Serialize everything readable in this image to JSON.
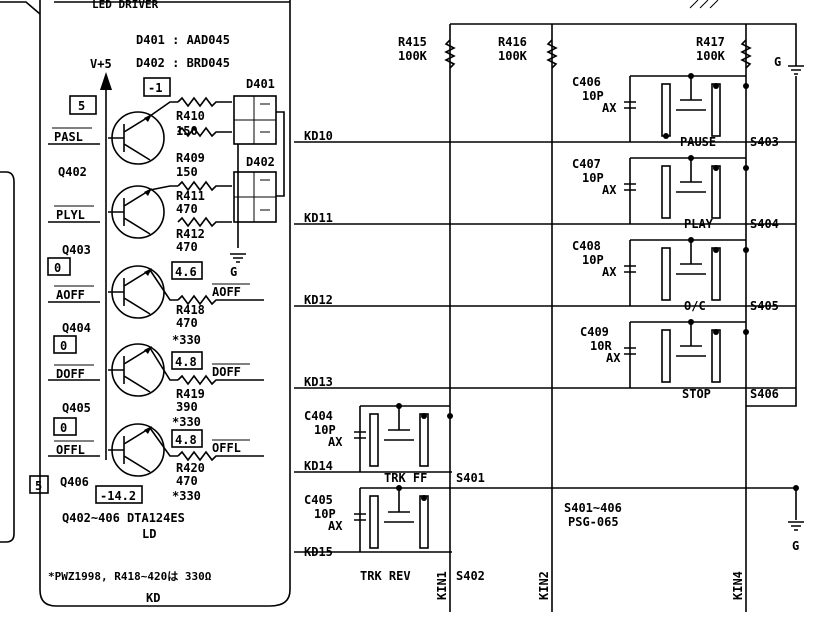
{
  "header": {
    "title": "LED DRIVER"
  },
  "diodes": {
    "d401": "D401 : AAD045",
    "d402": "D402 : BRD045",
    "d401_tag": "D401",
    "d402_tag": "D402"
  },
  "supply": {
    "vcc": "V+5",
    "gnd": "G"
  },
  "badges": {
    "b1": "5",
    "b2": "-1",
    "b3": "0",
    "b4": "4.6",
    "b5": "0",
    "b6": "4.8",
    "b7": "0",
    "b8": "4.8",
    "b9": "5",
    "b10": "-14.2"
  },
  "signals": {
    "pasl": "PASL",
    "plyl": "PLYL",
    "aoff": "AOFF",
    "doff": "DOFF",
    "offl": "OFFL",
    "aoff_r": "AOFF",
    "doff_r": "DOFF",
    "offl_r": "OFFL"
  },
  "transistors": {
    "q402": "Q402",
    "q403": "Q403",
    "q404": "Q404",
    "q405": "Q405",
    "q406": "Q406",
    "note": "Q402~406 DTA124ES",
    "ld": "LD"
  },
  "resistors": {
    "r410": "R410",
    "r410v": "150",
    "r409": "R409",
    "r409v": "150",
    "r411": "R411",
    "r411v": "470",
    "r412": "R412",
    "r412v": "470",
    "r418": "R418",
    "r418v": "470",
    "r418a": "*330",
    "r419": "R419",
    "r419v": "390",
    "r419a": "*330",
    "r420": "R420",
    "r420v": "470",
    "r420a": "*330",
    "r415": "R415",
    "r415v": "100K",
    "r416": "R416",
    "r416v": "100K",
    "r417": "R417",
    "r417v": "100K"
  },
  "footnote": "*PWZ1998, R418~420は 330Ω",
  "kd": "KD",
  "kd_lines": [
    "KD10",
    "KD11",
    "KD12",
    "KD13",
    "KD14",
    "KD15"
  ],
  "capacitors": {
    "c406": "C406",
    "c407": "C407",
    "c408": "C408",
    "c409": "C409",
    "c404": "C404",
    "c405": "C405",
    "val": "10P",
    "val_alt": "10R",
    "ax": "AX"
  },
  "switches": {
    "pause": "PAUSE",
    "s403": "S403",
    "play": "PLAY",
    "s404": "S404",
    "oc": "O/C",
    "s405": "S405",
    "stop": "STOP",
    "s406": "S406",
    "trkff": "TRK FF",
    "s401": "S401",
    "trkrev": "TRK REV",
    "s402": "S402",
    "group": "S401~406",
    "part": "PSG-065"
  },
  "kin": [
    "KIN1",
    "KIN2",
    "KIN4"
  ]
}
